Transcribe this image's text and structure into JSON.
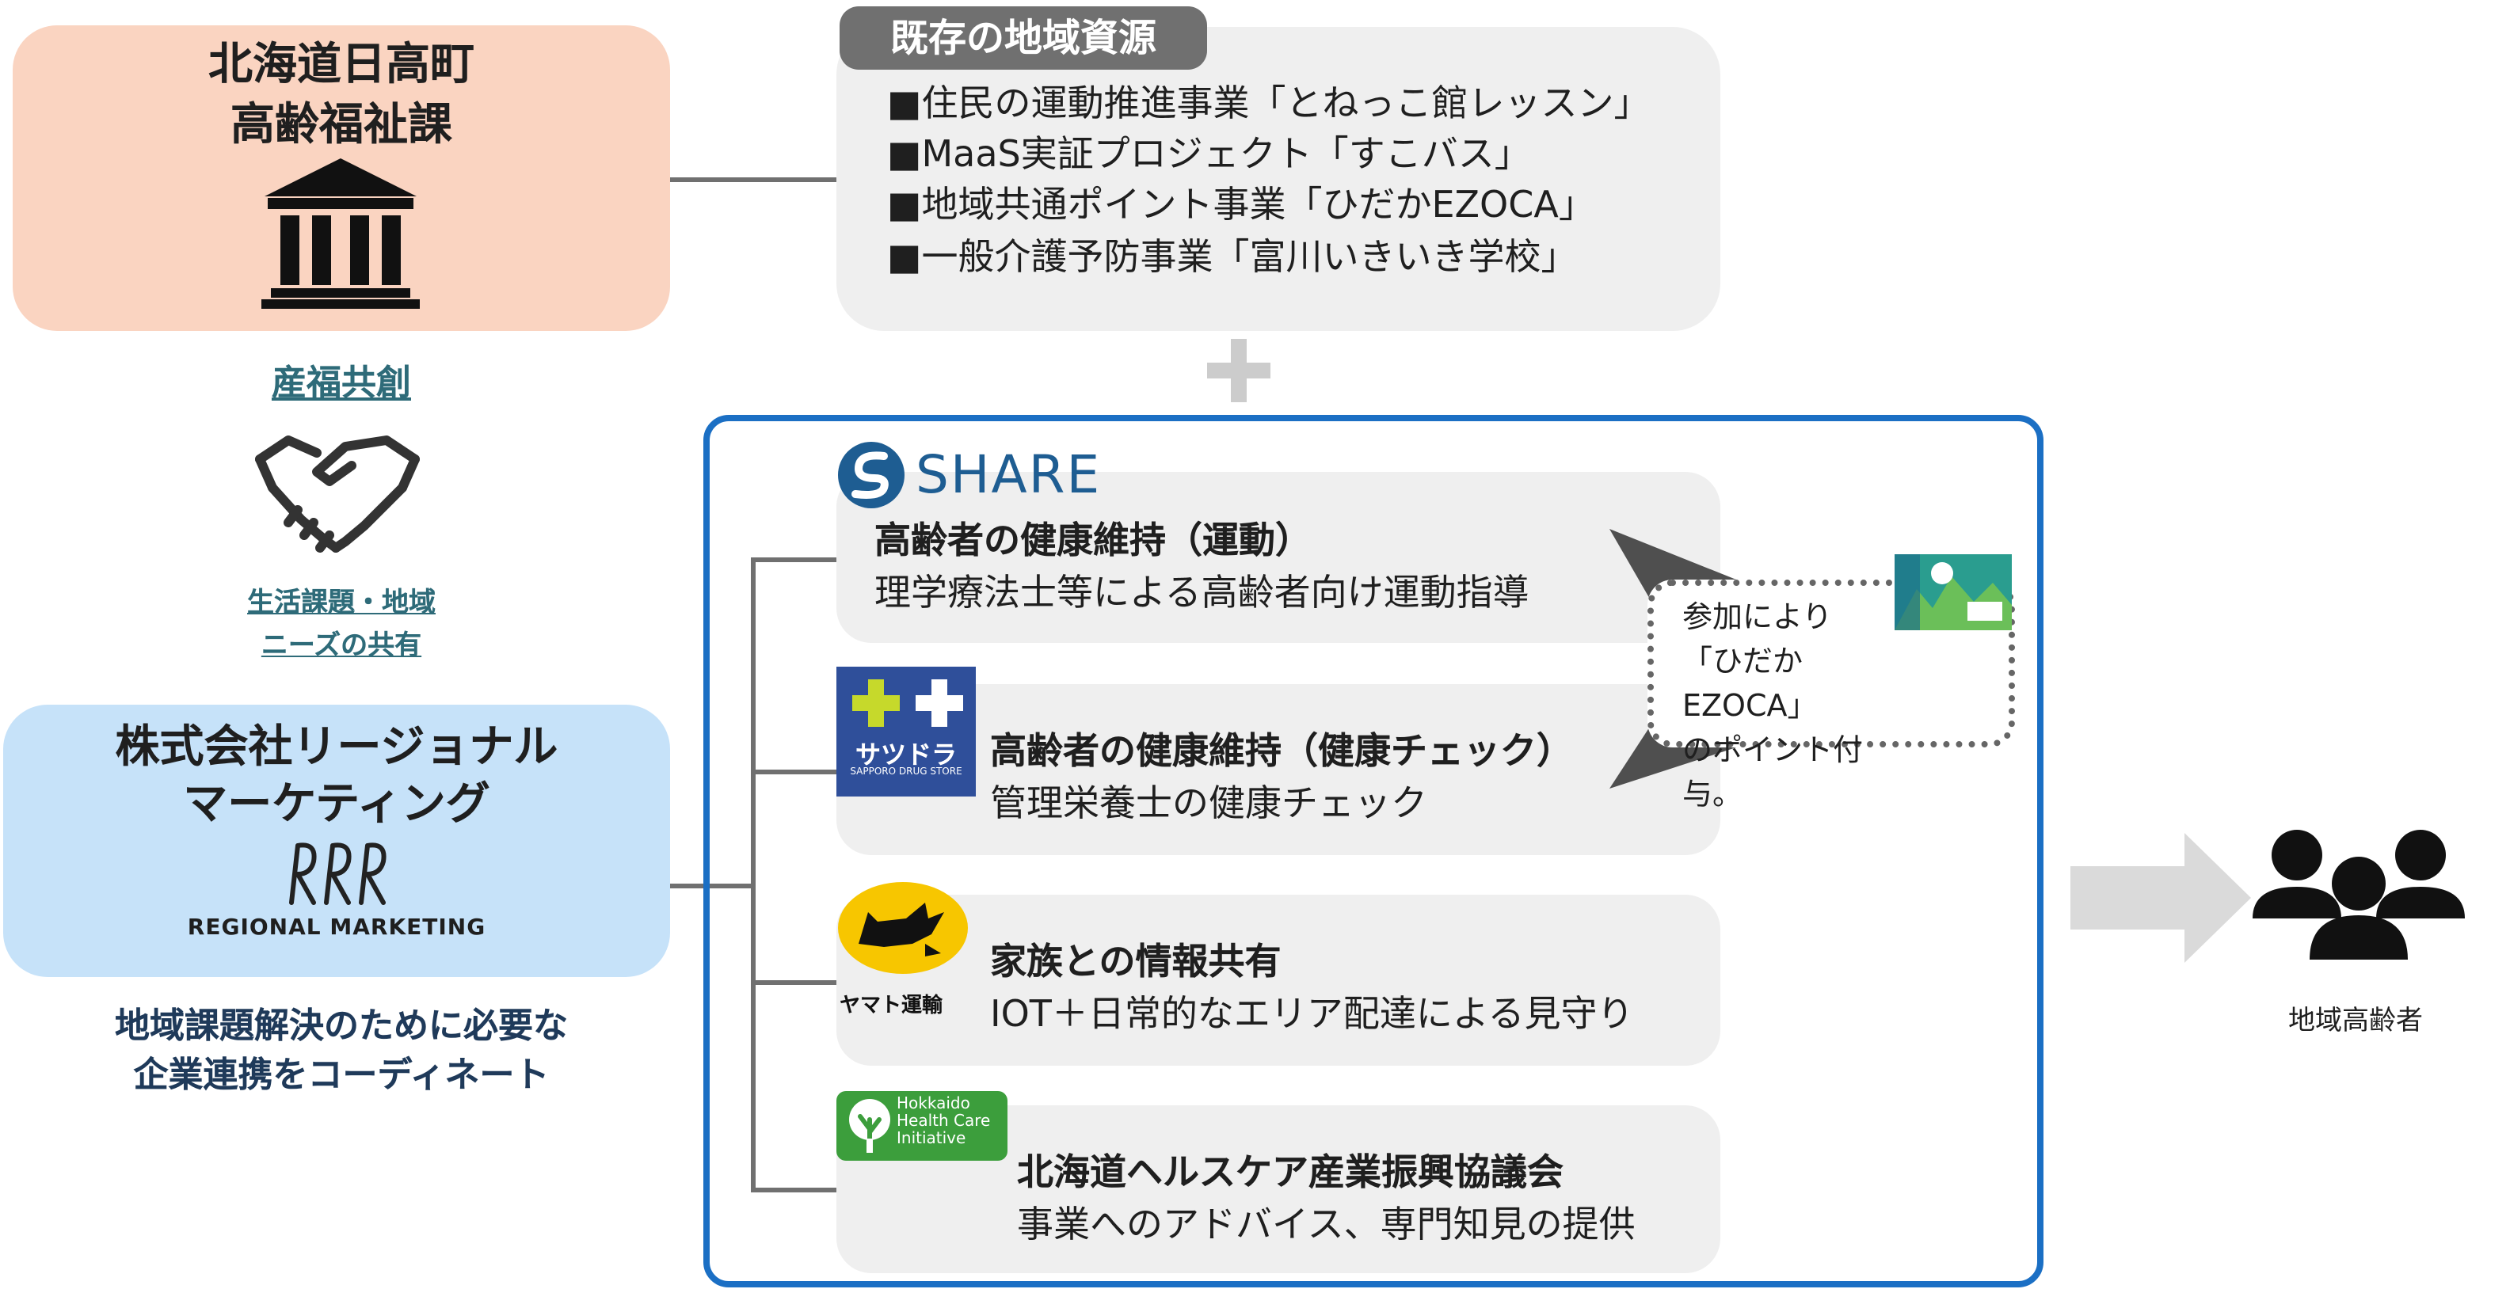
{
  "town": {
    "line1": "北海道日高町",
    "line2": "高齢福祉課",
    "icon": "bank-building-icon",
    "fill": "#fad4c1"
  },
  "cocreation": "産福共創",
  "handshake_icon": "handshake-icon",
  "sharing": {
    "line1": "生活課題・地域",
    "line2": "ニーズの共有"
  },
  "regional_marketing": {
    "line1": "株式会社リージョナル",
    "line2": "マーケティング",
    "logo_mark": "RRR",
    "logo_text": "REGIONAL MARKETING",
    "fill": "#c6e2f9"
  },
  "coordination": {
    "line1": "地域課題解決のために必要な",
    "line2": "企業連携をコーディネート"
  },
  "resources": {
    "header": "既存の地域資源",
    "bullet": "■",
    "items": [
      "住民の運動推進事業「とねっこ館レッスン」",
      "MaaS実証プロジェクト「すこバス」",
      "地域共通ポイント事業「ひだかEZOCA」",
      "一般介護予防事業「富川いきいき学校」"
    ]
  },
  "plus_icon": "plus-icon",
  "partners": [
    {
      "logo_text": "SHARE",
      "title": "高齢者の健康維持（運動）",
      "desc": "理学療法士等による高齢者向け運動指導"
    },
    {
      "logo_text": "サツドラ",
      "logo_subtext": "SAPPORO DRUG STORE",
      "title": "高齢者の健康維持（健康チェック）",
      "desc": "管理栄養士の健康チェック"
    },
    {
      "logo_text": "ヤマト運輸",
      "title": "家族との情報共有",
      "desc": "IOT＋日常的なエリア配達による見守り"
    },
    {
      "logo_text": "Hokkaido Health Care Initiative",
      "title": "北海道ヘルスケア産業振興協議会",
      "desc": "事業へのアドバイス、専門知見の提供"
    }
  ],
  "bubble": {
    "line1": "参加により",
    "line2": "「ひだかEZOCA」",
    "line3": "のポイント付与。",
    "card_icon": "ezoca-card-icon"
  },
  "arrow_icon": "arrow-right-icon",
  "seniors": {
    "label": "地域高齢者",
    "icon": "people-group-icon"
  },
  "colors": {
    "frame": "#1b6fc4",
    "accent_teal": "#2e6b79",
    "coord_text": "#1f3a5a",
    "gray_box": "#efefef"
  }
}
